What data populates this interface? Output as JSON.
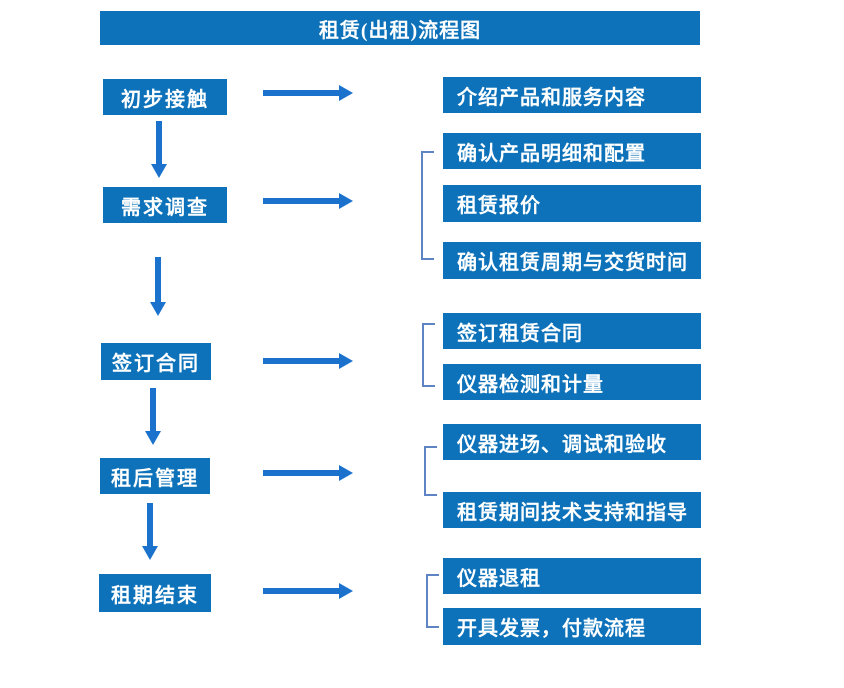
{
  "title": "租赁(出租)流程图",
  "colors": {
    "box_blue": "#0d72b9",
    "arrow_blue": "#1b72cd",
    "bracket_blue": "#5e84c4",
    "text_white": "#ffffff",
    "background": "#ffffff"
  },
  "stages": [
    {
      "label": "初步接触",
      "outputs": [
        "介绍产品和服务内容"
      ]
    },
    {
      "label": "需求调查",
      "outputs": [
        "确认产品明细和配置",
        "租赁报价",
        "确认租赁周期与交货时间"
      ]
    },
    {
      "label": "签订合同",
      "outputs": [
        "签订租赁合同",
        "仪器检测和计量"
      ]
    },
    {
      "label": "租后管理",
      "outputs": [
        "仪器进场、调试和验收",
        "租赁期间技术支持和指导"
      ]
    },
    {
      "label": "租期结束",
      "outputs": [
        "仪器退租",
        "开具发票，付款流程"
      ]
    }
  ]
}
